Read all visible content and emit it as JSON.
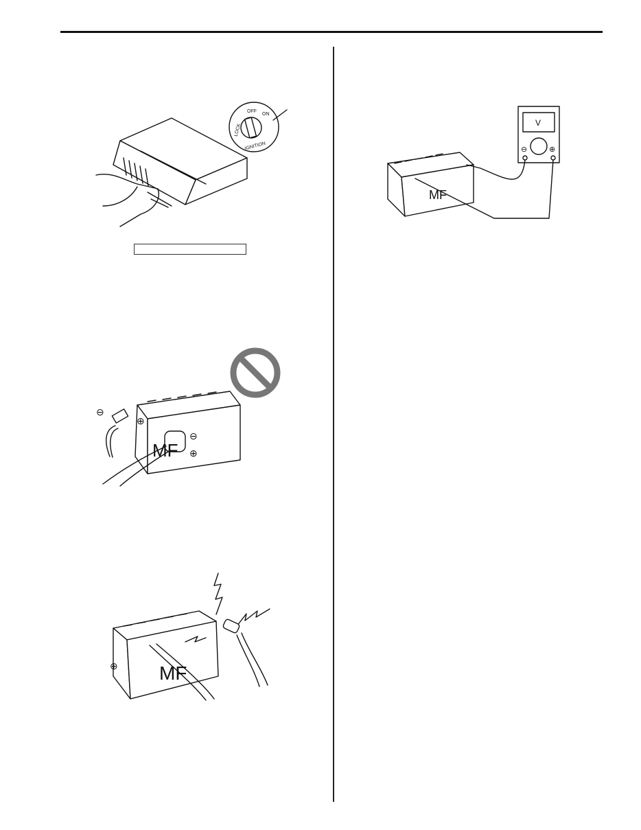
{
  "figures": {
    "ecu_connector": {
      "ignition_labels": {
        "off": "OFF",
        "on": "ON",
        "lock": "LOCK",
        "ignition": "IGNITION"
      }
    },
    "caption_box": {
      "text": ""
    },
    "voltmeter": {
      "display": "V",
      "minus": "⊖",
      "plus": "⊕",
      "battery_mark": "MF"
    },
    "prohibited": {
      "icon": "prohibition-icon",
      "color": "#777777"
    },
    "battery_cable": {
      "terminal_minus": "⊖",
      "terminal_plus": "⊕",
      "battery_mark": "MF"
    },
    "battery_spark": {
      "battery_mark": "MF",
      "terminal_plus": "⊕"
    }
  }
}
